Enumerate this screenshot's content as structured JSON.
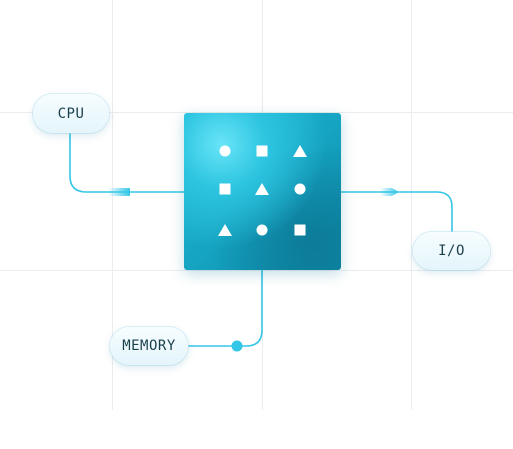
{
  "nodes": {
    "cpu": {
      "label": "CPU"
    },
    "io": {
      "label": "I/O"
    },
    "memory": {
      "label": "MEMORY"
    }
  },
  "chip": {
    "symbols": [
      [
        "circle",
        "square",
        "triangle"
      ],
      [
        "square",
        "triangle",
        "circle"
      ],
      [
        "triangle",
        "circle",
        "square"
      ]
    ]
  },
  "colors": {
    "wire": "#33c6e6",
    "chip_light": "#68e5f7",
    "chip_dark": "#0e88a6",
    "symbol": "#ffffff",
    "grid": "#ececee"
  }
}
